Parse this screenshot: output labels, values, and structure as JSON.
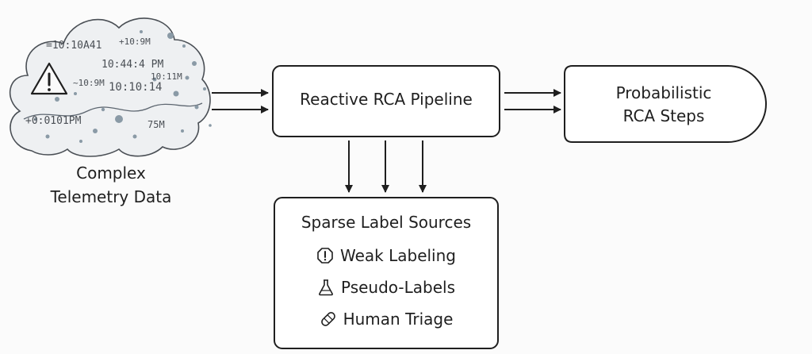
{
  "telemetry": {
    "label_line1": "Complex",
    "label_line2": "Telemetry Data",
    "timestamps": [
      "=10:10A41",
      "+10:9M",
      "10:44:4 PM",
      "10:11M",
      "~10:9M",
      "10:10:14",
      "+0:0101PM",
      "75M"
    ],
    "warning_icon": "warning-triangle-icon"
  },
  "pipeline": {
    "label": "Reactive RCA Pipeline"
  },
  "steps": {
    "line1": "Probabilistic",
    "line2": "RCA Steps"
  },
  "label_sources": {
    "title": "Sparse Label Sources",
    "items": [
      {
        "icon": "warning-circle-icon",
        "label": "Weak Labeling"
      },
      {
        "icon": "flask-icon",
        "label": "Pseudo-Labels"
      },
      {
        "icon": "bandage-icon",
        "label": "Human Triage"
      }
    ]
  },
  "colors": {
    "stroke": "#1f1f1f",
    "cloud_fill": "#eef0f2",
    "dots": "#8a9aa6"
  }
}
